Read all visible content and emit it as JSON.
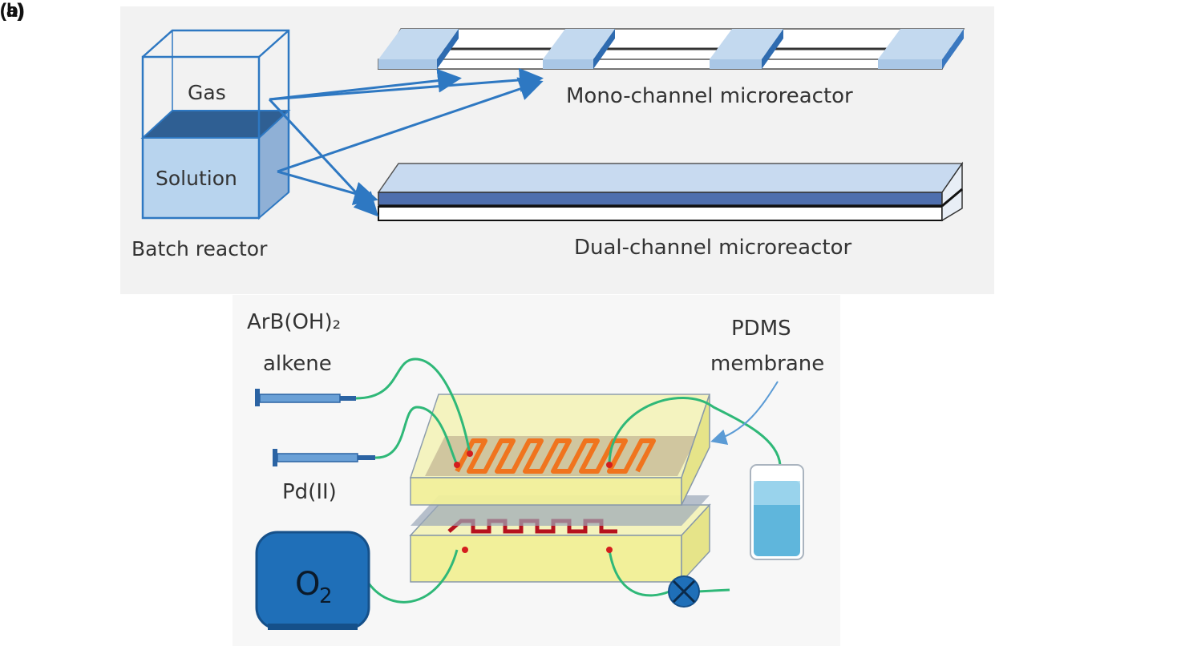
{
  "panel_labels": {
    "a": "(a)",
    "b": "(b)"
  },
  "panel_a": {
    "gas": "Gas",
    "solution": "Solution",
    "batch_reactor": "Batch reactor",
    "mono_channel": "Mono-channel microreactor",
    "dual_channel": "Dual-channel microreactor"
  },
  "panel_b": {
    "reagent_line1": "ArB(OH)₂",
    "reagent_line2": "alkene",
    "catalyst": "Pd(II)",
    "membrane_line1": "PDMS",
    "membrane_line2": "membrane",
    "oxygen": "O",
    "oxygen_sub": "2"
  },
  "colors": {
    "arrow": "#2e78c2",
    "liquid": "#b8d4ee",
    "gas_surface": "#2f5f93",
    "channel_dark": "#4f6fae",
    "tube": "#2fb878",
    "chip_yellow": "#f2f09a",
    "serpentine_orange": "#f0741e",
    "serpentine_red": "#b6121e",
    "o2_tank": "#1f6fb8"
  }
}
